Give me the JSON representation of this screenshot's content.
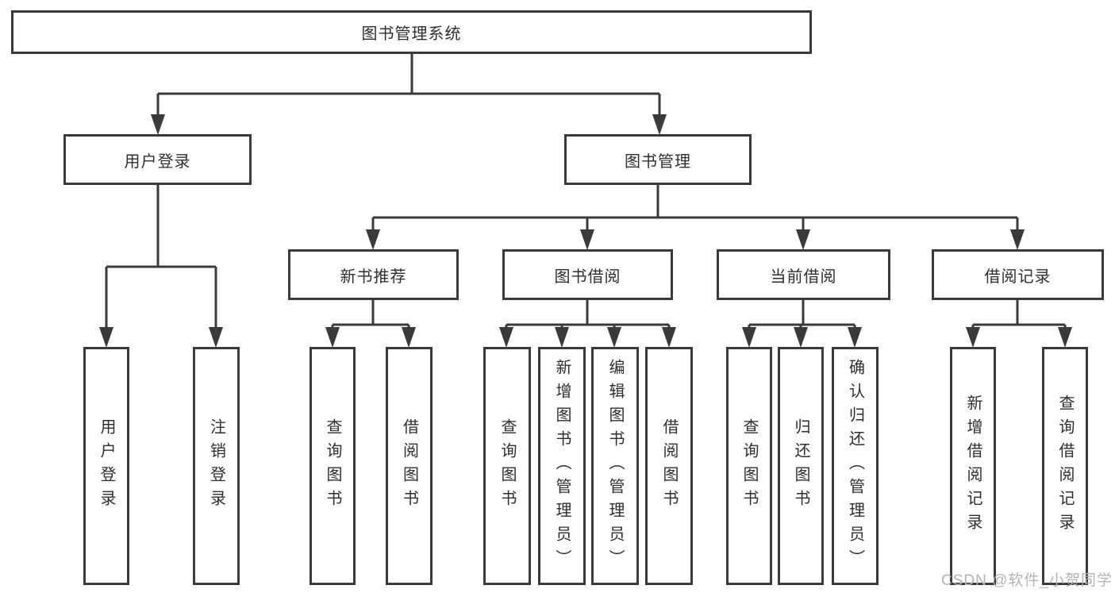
{
  "diagram_title": "图书管理系统",
  "nodes": {
    "root": "图书管理系统",
    "user_login": "用户登录",
    "book_mgmt": "图书管理",
    "new_book": "新书推荐",
    "book_borrow": "图书借阅",
    "current_borrow": "当前借阅",
    "borrow_record": "借阅记录",
    "leaf_user_login": "用户登录",
    "leaf_logout": "注销登录",
    "leaf_nb_query": "查询图书",
    "leaf_nb_borrow": "借阅图书",
    "leaf_bb_query": "查询图书",
    "leaf_bb_add": "新增图书（管理员）",
    "leaf_bb_edit": "编辑图书（管理员）",
    "leaf_bb_borrow": "借阅图书",
    "leaf_cb_query": "查询图书",
    "leaf_cb_return": "归还图书",
    "leaf_cb_confirm": "确认归还（管理员）",
    "leaf_br_add": "新增借阅记录",
    "leaf_br_query": "查询借阅记录"
  },
  "watermark": {
    "text": "CSDN @软件_小贺同学",
    "color": "#b3b3b3"
  },
  "colors": {
    "line": "#3a3a3a",
    "box_border": "#3a3a3a",
    "box_bg": "#ffffff",
    "text": "#2e2e2e",
    "background": "#ffffff"
  }
}
